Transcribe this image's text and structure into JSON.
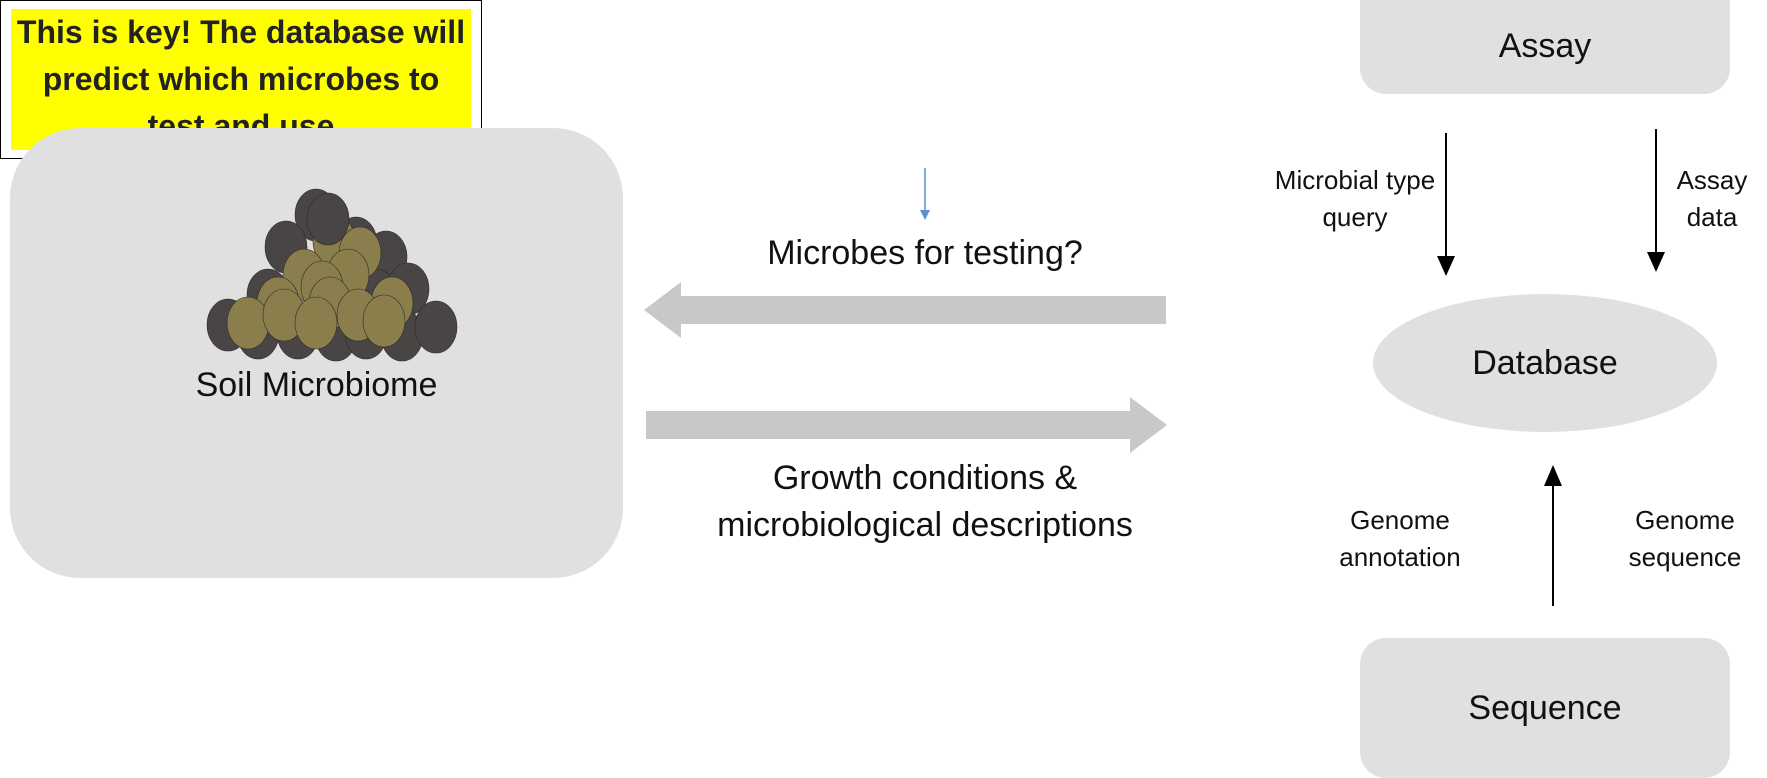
{
  "soil_panel": {
    "label": "Soil Microbiome"
  },
  "callout": {
    "text": "This is key! The database will predict which microbes to test and use"
  },
  "flow_labels": {
    "microbes_for_testing": "Microbes for testing?",
    "growth_conditions": "Growth conditions & microbiological descriptions"
  },
  "nodes": {
    "assay": "Assay",
    "database": "Database",
    "sequence": "Sequence"
  },
  "edge_labels": {
    "microbial_type_query": "Microbial type query",
    "assay_data": "Assay data",
    "genome_annotation": "Genome annotation",
    "genome_sequence": "Genome sequence"
  },
  "colors": {
    "panel_fill": "#e0e0e0",
    "flow_arrow": "#c8c8c8",
    "callout_highlight": "#ffff00",
    "connector": "#5b8fd6",
    "microbe_dark": "#4a4545",
    "microbe_olive": "#8a7f4c"
  },
  "icons": {
    "soil_cluster": "microbe-cluster-icon"
  }
}
